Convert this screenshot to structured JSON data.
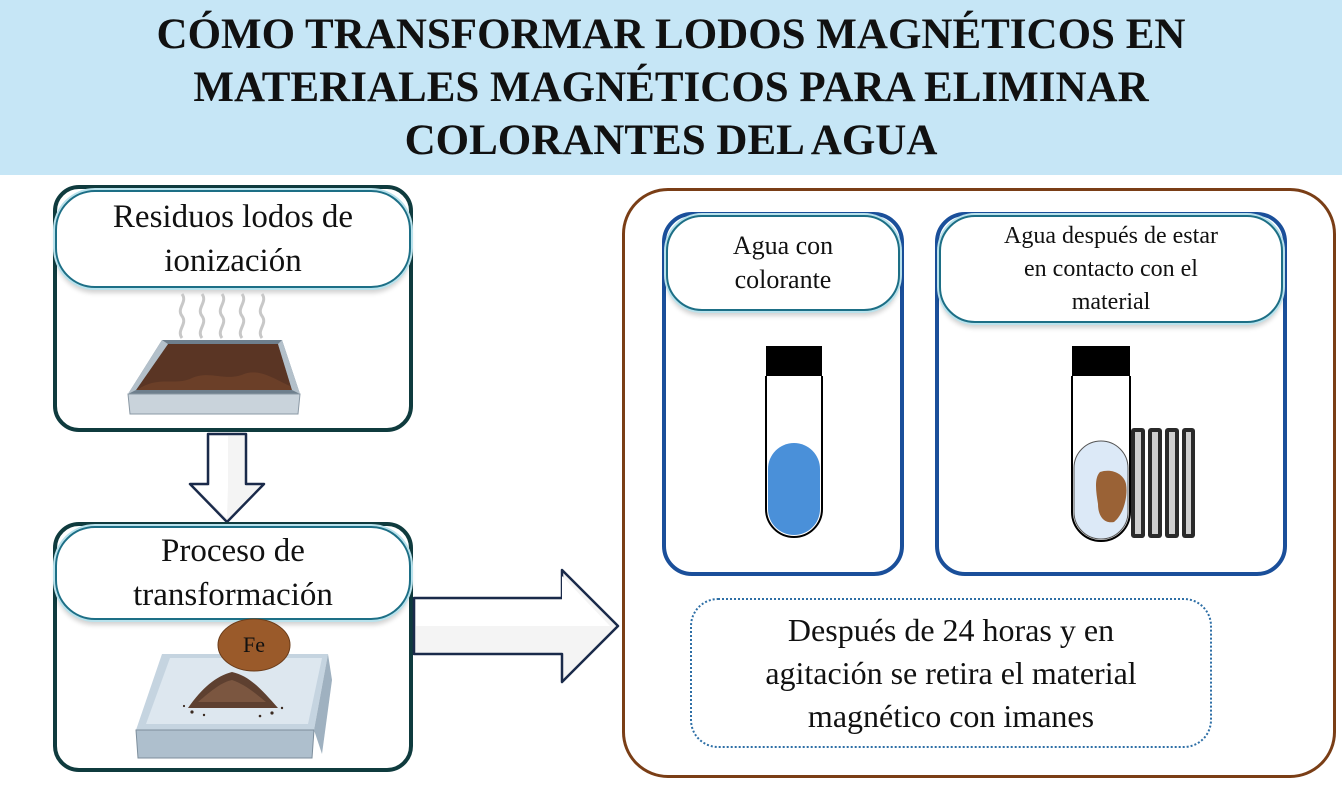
{
  "title": {
    "lines": [
      "CÓMO TRANSFORMAR LODOS MAGNÉTICOS EN",
      "MATERIALES MAGNÉTICOS PARA ELIMINAR",
      "COLORANTES DEL AGUA"
    ]
  },
  "step1": {
    "lines": [
      "Residuos lodos de",
      "ionización"
    ]
  },
  "step2": {
    "lines": [
      "Proceso de",
      "transformación"
    ],
    "fe_label": "Fe"
  },
  "result": {
    "tube1": {
      "lines": [
        "Agua con",
        "colorante"
      ]
    },
    "tube2": {
      "lines": [
        "Agua después de estar",
        "en contacto con el",
        "material"
      ]
    },
    "note": {
      "lines": [
        "Después de 24 horas y en",
        "agitación se retira el material",
        "magnético con imanes"
      ]
    }
  },
  "colors": {
    "banner": "#c6e6f6",
    "step_border": "#0f3b3e",
    "panel_border": "#7a3e16",
    "tube_box_border": "#1a4f9a",
    "dye_water": "#4a90d9",
    "clear_water": "#dce9f7",
    "sludge": "#7a4a26",
    "fe_ball": "#9a5a2a"
  }
}
